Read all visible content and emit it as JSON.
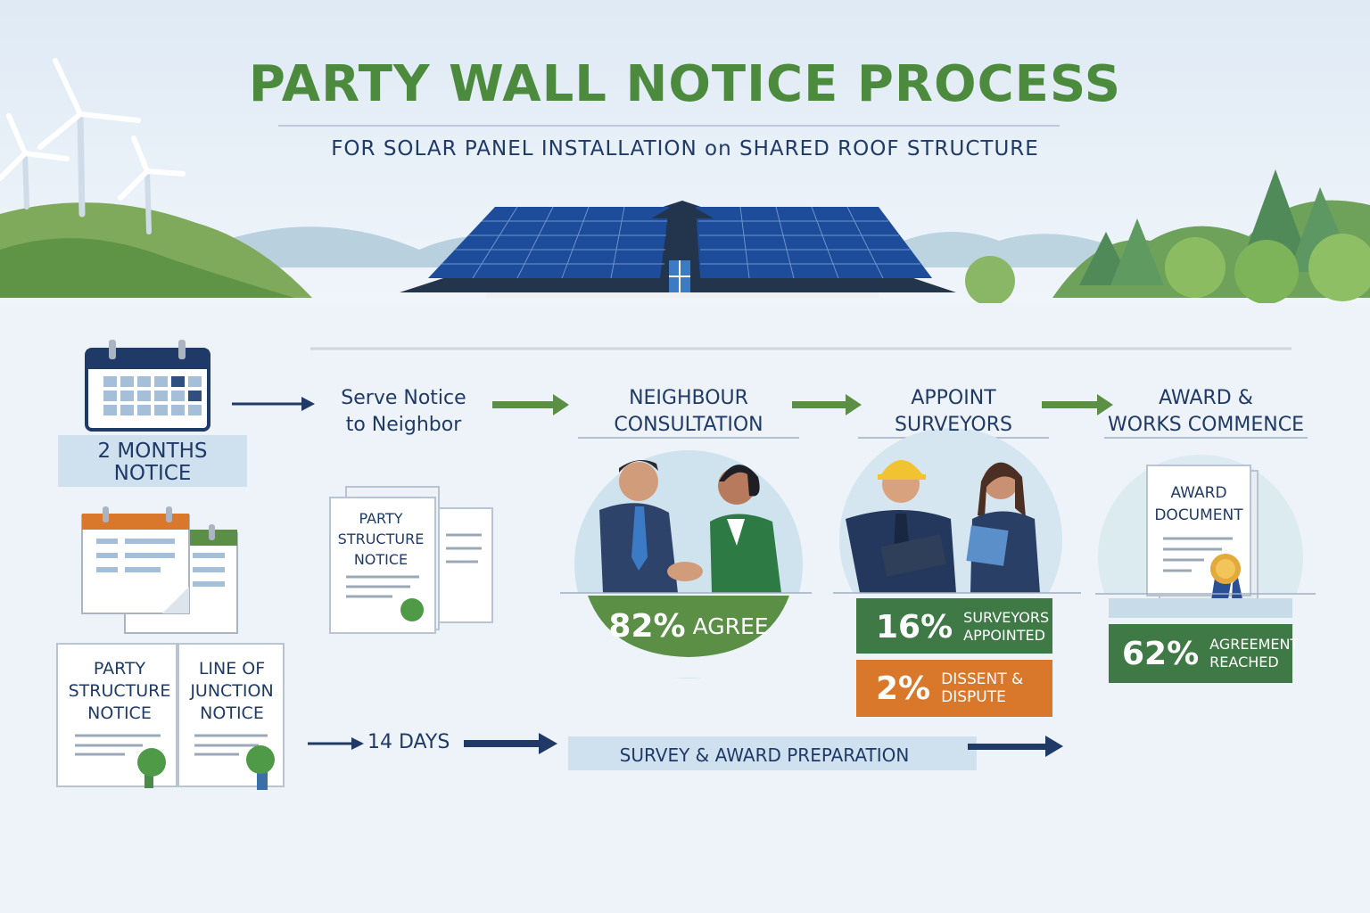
{
  "header": {
    "title": "PARTY WALL NOTICE PROCESS",
    "subtitle": "FOR SOLAR PANEL INSTALLATION on SHARED ROOF STRUCTURE"
  },
  "left_column": {
    "notice_label": "2 MONTHS\nNOTICE",
    "party_structure_notice": "PARTY\nSTRUCTURE\nNOTICE",
    "line_of_junction_notice": "LINE OF\nJUNCTION\nNOTICE"
  },
  "steps": [
    {
      "label": "Serve Notice\nto Neighbor",
      "document": "PARTY\nSTRUCTURE\nNOTICE"
    },
    {
      "label": "NEIGHBOUR\nCONSULTATION",
      "stat_value": "82%",
      "stat_label": "AGREE"
    },
    {
      "label": "APPOINT\nSURVEYORS",
      "stat_value": "16%",
      "stat_label": "SURVEYORS\nAPPOINTED",
      "stat2_value": "2%",
      "stat2_label": "DISSENT &\nDISPUTE"
    },
    {
      "label": "AWARD &\nWORKS COMMENCE",
      "document": "AWARD\nDOCUMENT",
      "stat_value": "62%",
      "stat_label": "AGREEMENT\nREACHED"
    }
  ],
  "timeline": {
    "days_label": "14 DAYS",
    "phase_label": "SURVEY & AWARD PREPARATION"
  },
  "colors": {
    "green": "#5a8f45",
    "navy": "#1f3a66",
    "orange": "#d9772b",
    "dark_green": "#3f7a46"
  }
}
